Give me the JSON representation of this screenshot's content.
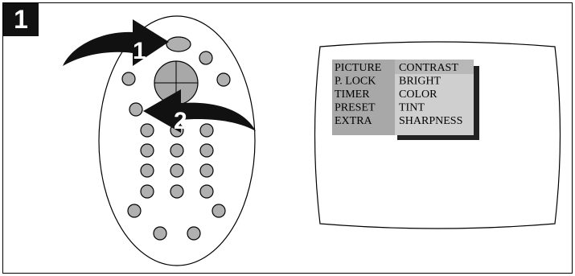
{
  "step": {
    "label": "1"
  },
  "arrows": [
    {
      "label": "1"
    },
    {
      "label": "2"
    }
  ],
  "menu": {
    "left_items": [
      "PICTURE",
      "P. LOCK",
      "TIMER",
      "PRESET",
      "EXTRA"
    ],
    "right_items": [
      "CONTRAST",
      "BRIGHT",
      "COLOR",
      "TINT",
      "SHARPNESS"
    ]
  },
  "colors": {
    "button_fill": "#b0b0b0",
    "menu_left_bg": "#a8a8a8",
    "menu_right_bg": "#cfcfcf",
    "menu_highlight_bg": "#b8b8b8",
    "arrow_fill": "#111111"
  }
}
